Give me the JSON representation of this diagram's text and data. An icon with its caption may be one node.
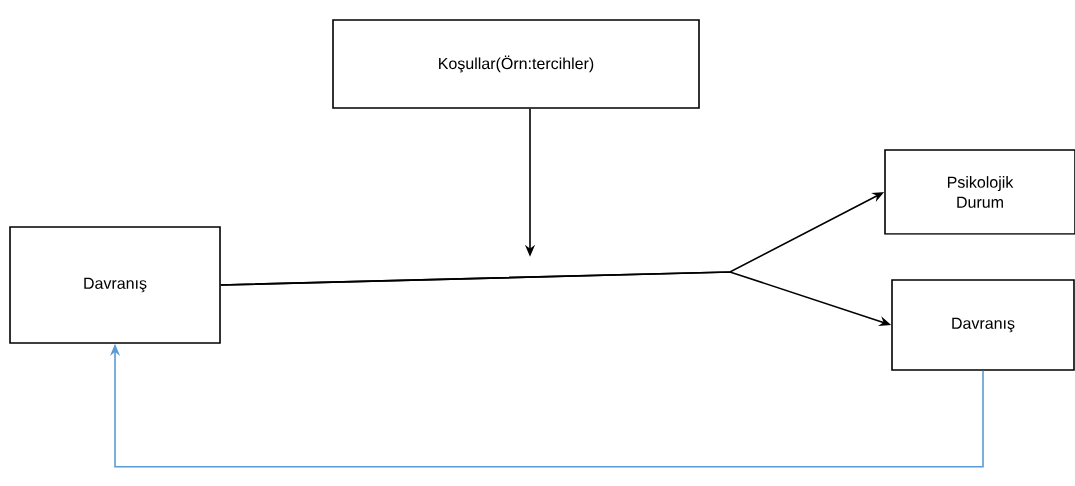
{
  "diagram": {
    "nodes": [
      {
        "text": [
          "Koşullar(Örn:tercihler)"
        ]
      },
      {
        "text": [
          "Davranış"
        ]
      },
      {
        "text": [
          "Psikolojik Durum"
        ]
      },
      {
        "text": [
          "Davranış"
        ]
      }
    ],
    "edges": [
      {
        "from": 0,
        "to": null,
        "arrow": "to"
      },
      {
        "from": 1,
        "to": 2,
        "arrow": "to"
      },
      {
        "from": 1,
        "to": 3,
        "arrow": "to"
      },
      {
        "from": 3,
        "to": 1,
        "arrow": "to",
        "color": "#5b9bd5"
      }
    ]
  }
}
